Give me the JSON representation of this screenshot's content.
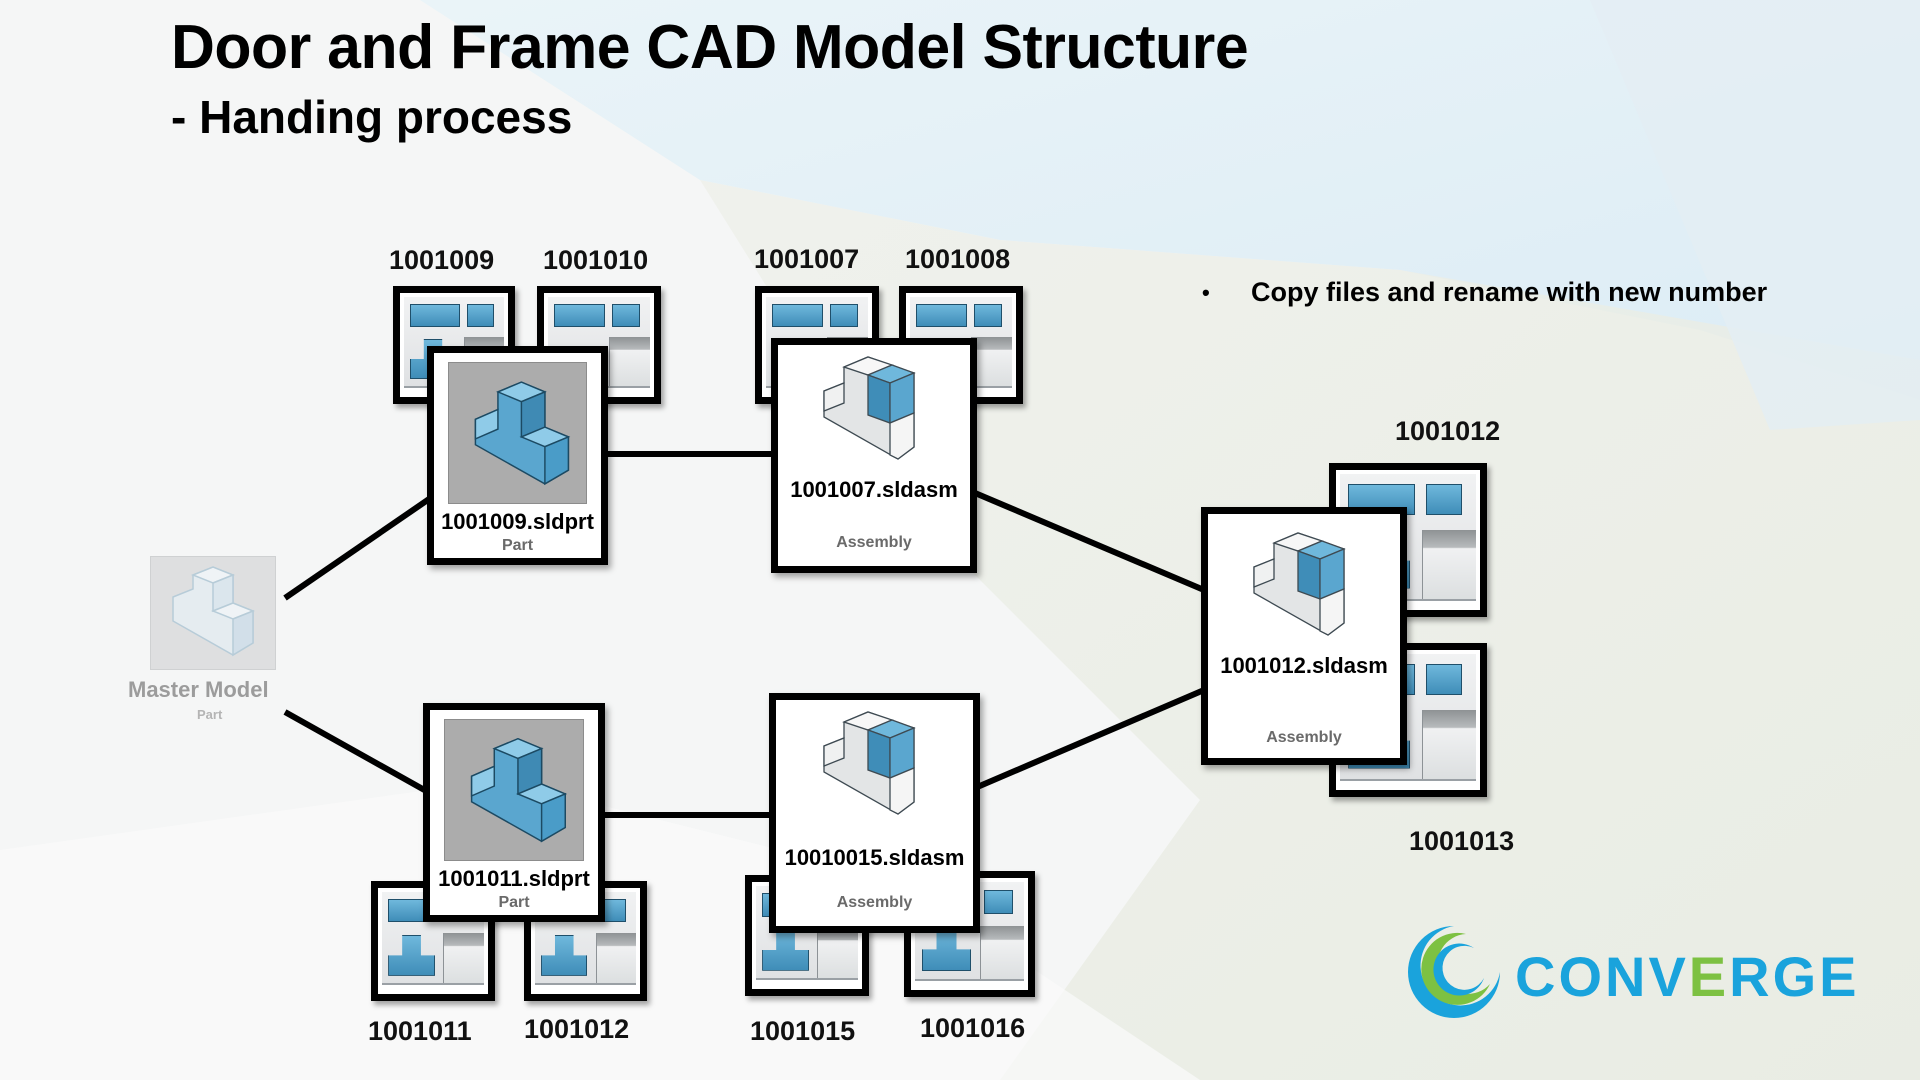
{
  "slide": {
    "title": "Door and Frame CAD Model Structure",
    "subtitle": "- Handing process",
    "bullets": [
      {
        "marker": "•",
        "text": "Copy files and rename with new number"
      }
    ]
  },
  "master_model": {
    "name": "Master Model",
    "type": "Part",
    "icon": "part-icon-faded"
  },
  "parts": [
    {
      "id": "part-1001009",
      "file": "1001009.sldprt",
      "type": "Part",
      "icon": "part-icon",
      "drawings": [
        "1001009",
        "1001010"
      ]
    },
    {
      "id": "part-1001011",
      "file": "1001011.sldprt",
      "type": "Part",
      "icon": "part-icon",
      "drawings": [
        "1001011",
        "1001012"
      ]
    }
  ],
  "assemblies": [
    {
      "id": "asm-1001007",
      "file": "1001007.sldasm",
      "type": "Assembly",
      "icon": "assembly-icon",
      "drawings": [
        "1001007",
        "1001008"
      ]
    },
    {
      "id": "asm-10010015",
      "file": "10010015.sldasm",
      "type": "Assembly",
      "icon": "assembly-icon",
      "drawings": [
        "1001015",
        "1001016"
      ]
    },
    {
      "id": "asm-1001012",
      "file": "1001012.sldasm",
      "type": "Assembly",
      "icon": "assembly-icon",
      "drawings": [
        "1001012",
        "1001013"
      ]
    }
  ],
  "connections": [
    [
      "master",
      "part-1001009"
    ],
    [
      "master",
      "part-1001011"
    ],
    [
      "part-1001009",
      "asm-1001007"
    ],
    [
      "part-1001011",
      "asm-10010015"
    ],
    [
      "asm-1001007",
      "asm-1001012"
    ],
    [
      "asm-10010015",
      "asm-1001012"
    ]
  ],
  "logo": {
    "text_main": "CONV",
    "text_accent": "E",
    "text_end": "RGE",
    "icon": "converge-logo-icon",
    "colors": {
      "blue": "#1aa3dc",
      "green": "#7dc142"
    }
  },
  "colors": {
    "icon_blue": "#4a9cc8",
    "border": "#000000",
    "type_label": "#6a6a6a"
  }
}
